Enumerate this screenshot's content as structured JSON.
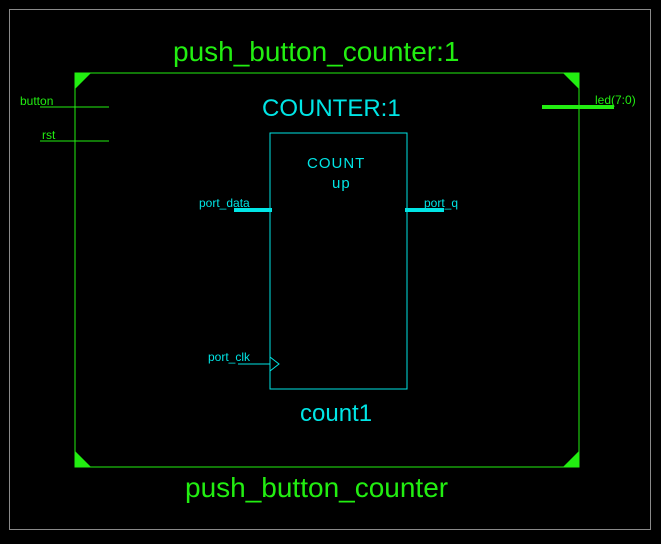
{
  "schematic": {
    "top_instance_label": "push_button_counter:1",
    "top_module_label": "push_button_counter",
    "top_ports": {
      "inputs": [
        "button",
        "rst"
      ],
      "outputs": [
        "led(7:0)"
      ]
    },
    "counter": {
      "instance_label": "COUNTER:1",
      "function_line1": "COUNT",
      "function_line2": "up",
      "cell_name": "count1",
      "ports": {
        "data": "port_data",
        "q": "port_q",
        "clk": "port_clk"
      }
    },
    "colors": {
      "module": "#22ee11",
      "counter": "#00e5e5",
      "frame": "#8a8a8a",
      "background": "#000000"
    }
  }
}
